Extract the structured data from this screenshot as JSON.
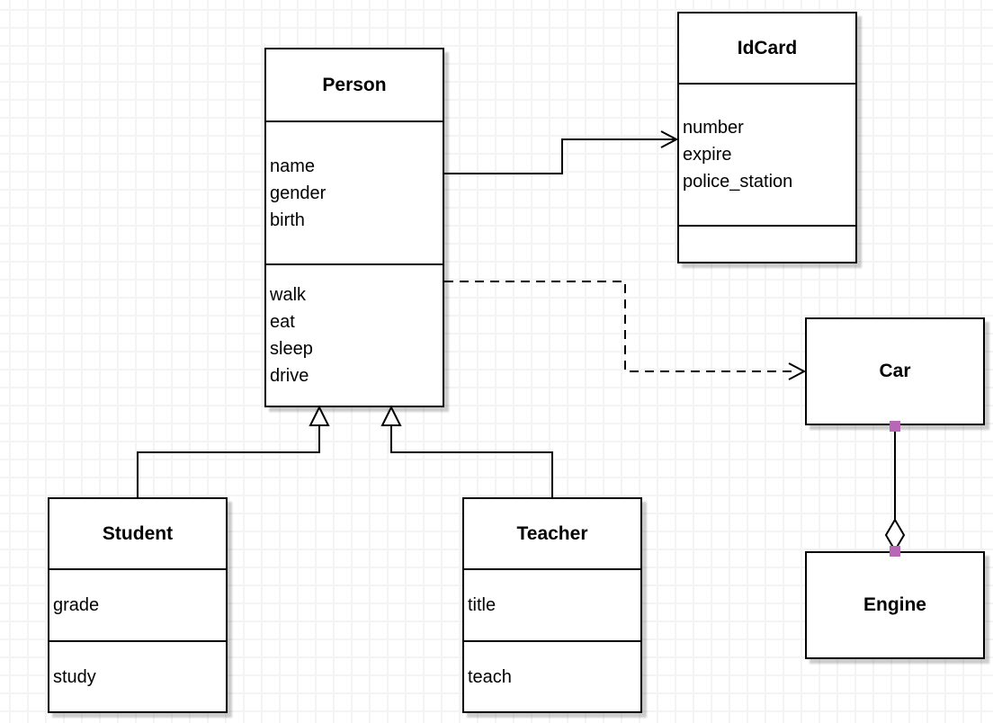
{
  "diagram": {
    "type": "uml-class-diagram",
    "classes": {
      "person": {
        "title": "Person",
        "attributes": [
          "name",
          "gender",
          "birth"
        ],
        "methods": [
          "walk",
          "eat",
          "sleep",
          "drive"
        ]
      },
      "idcard": {
        "title": "IdCard",
        "attributes": [
          "number",
          "expire",
          "police_station"
        ],
        "methods": []
      },
      "car": {
        "title": "Car",
        "attributes": [],
        "methods": []
      },
      "engine": {
        "title": "Engine",
        "attributes": [],
        "methods": []
      },
      "student": {
        "title": "Student",
        "attributes": [
          "grade"
        ],
        "methods": [
          "study"
        ]
      },
      "teacher": {
        "title": "Teacher",
        "attributes": [
          "title"
        ],
        "methods": [
          "teach"
        ]
      }
    },
    "relationships": [
      {
        "from": "Person",
        "to": "IdCard",
        "type": "association",
        "line": "solid",
        "arrow": "open-arrow"
      },
      {
        "from": "Person",
        "to": "Car",
        "type": "dependency",
        "line": "dashed",
        "arrow": "open-arrow"
      },
      {
        "from": "Student",
        "to": "Person",
        "type": "generalization",
        "line": "solid",
        "arrow": "hollow-triangle"
      },
      {
        "from": "Teacher",
        "to": "Person",
        "type": "generalization",
        "line": "solid",
        "arrow": "hollow-triangle"
      },
      {
        "from": "Car",
        "to": "Engine",
        "type": "aggregation",
        "line": "solid",
        "arrow": "hollow-diamond"
      }
    ],
    "colors": {
      "stroke": "#000000",
      "shape_fill": "#ffffff",
      "shadow": "#c9c9c9",
      "grid": "#f4f4f6",
      "connection_handle": "#b668b6"
    }
  }
}
